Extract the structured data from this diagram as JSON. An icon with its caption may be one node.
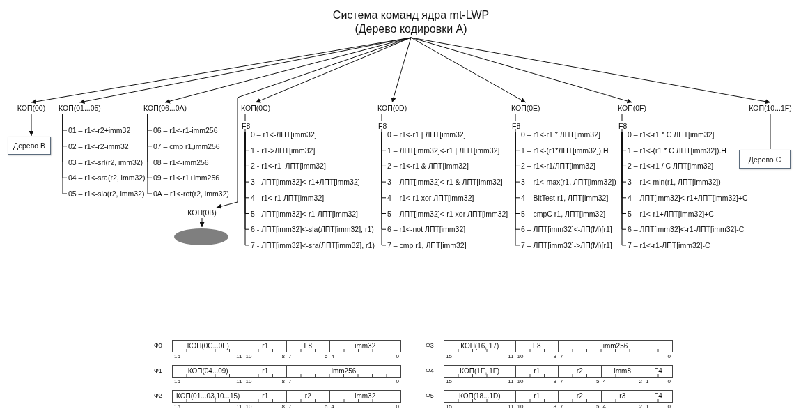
{
  "diagram": {
    "nodes": [
      {
        "text": [
          "Система команд ядра mt-LWP (Дерево кодировки A)"
        ]
      },
      {
        "text": [
          "КОП(00)"
        ]
      },
      {
        "text": [
          "КОП(01...05)"
        ]
      },
      {
        "text": [
          "КОП(06...0A)"
        ]
      },
      {
        "text": [
          "КОП(0C)"
        ]
      },
      {
        "text": [
          "КОП(0D)"
        ]
      },
      {
        "text": [
          "КОП(0E)"
        ]
      },
      {
        "text": [
          "КОП(0F)"
        ]
      },
      {
        "text": [
          "КОП(10...1F)"
        ]
      },
      {
        "text": [
          "Дерево B"
        ]
      },
      {
        "text": [
          "01 – r1<-r2+imm32"
        ]
      },
      {
        "text": [
          "02 – r1<-r2-imm32"
        ]
      },
      {
        "text": [
          "03 – r1<-srl(r2, imm32)"
        ]
      },
      {
        "text": [
          "04 – r1<-sra(r2, imm32)"
        ]
      },
      {
        "text": [
          "05 – r1<-sla(r2, imm32)"
        ]
      },
      {
        "text": [
          "06 – r1<-r1-imm256"
        ]
      },
      {
        "text": [
          "07 – cmp r1,imm256"
        ]
      },
      {
        "text": [
          "08 – r1<-imm256"
        ]
      },
      {
        "text": [
          "09 – r1<-r1+imm256"
        ]
      },
      {
        "text": [
          "0A – r1<-rot(r2, imm32)"
        ]
      },
      {
        "text": [
          "F8"
        ]
      },
      {
        "text": [
          "0 – r1<-ЛПТ[imm32]"
        ]
      },
      {
        "text": [
          "1 - r1->ЛПТ[imm32]"
        ]
      },
      {
        "text": [
          "2 - r1<-r1+ЛПТ[imm32]"
        ]
      },
      {
        "text": [
          "3 - ЛПТ[imm32]<-r1+ЛПТ[imm32]"
        ]
      },
      {
        "text": [
          "4 - r1<-r1-ЛПТ[imm32]"
        ]
      },
      {
        "text": [
          "5 - ЛПТ[imm32]<-r1-ЛПТ[imm32]"
        ]
      },
      {
        "text": [
          "6 - ЛПТ[imm32]<-sla(ЛПТ[imm32], r1)"
        ]
      },
      {
        "text": [
          "7 - ЛПТ[imm32]<-sra(ЛПТ[imm32], r1)"
        ]
      },
      {
        "text": [
          "F8"
        ]
      },
      {
        "text": [
          "0 – r1<-r1 | ЛПТ[imm32]"
        ]
      },
      {
        "text": [
          "1 – ЛПТ[imm32]<-r1 | ЛПТ[imm32]"
        ]
      },
      {
        "text": [
          "2 – r1<-r1 & ЛПТ[imm32]"
        ]
      },
      {
        "text": [
          "3 – ЛПТ[imm32]<-r1 & ЛПТ[imm32]"
        ]
      },
      {
        "text": [
          "4 – r1<-r1 xor ЛПТ[imm32]"
        ]
      },
      {
        "text": [
          "5 – ЛПТ[imm32]<-r1 xor ЛПТ[imm32]"
        ]
      },
      {
        "text": [
          "6 – r1<-not ЛПТ[imm32]"
        ]
      },
      {
        "text": [
          "7 – cmp r1, ЛПТ[imm32]"
        ]
      },
      {
        "text": [
          "F8"
        ]
      },
      {
        "text": [
          "0 – r1<-r1 * ЛПТ[imm32]"
        ]
      },
      {
        "text": [
          "1 – r1<-(r1*ЛПТ[imm32]).H"
        ]
      },
      {
        "text": [
          "2 – r1<-r1/ЛПТ[imm32]"
        ]
      },
      {
        "text": [
          "3 – r1<-max(r1, ЛПТ[imm32])"
        ]
      },
      {
        "text": [
          "4 – BitTest r1, ЛПТ[imm32]"
        ]
      },
      {
        "text": [
          "5 – cmpC r1, ЛПТ[imm32]"
        ]
      },
      {
        "text": [
          "6 – ЛПТ[imm32]<-ЛП(M)[r1]"
        ]
      },
      {
        "text": [
          "7 – ЛПТ[imm32]->ЛП(M)[r1]"
        ]
      },
      {
        "text": [
          "F8"
        ]
      },
      {
        "text": [
          "0 – r1<-r1 * C ЛПТ[imm32]"
        ]
      },
      {
        "text": [
          "1 – r1<-(r1 * C ЛПТ[imm32]).H"
        ]
      },
      {
        "text": [
          "2 – r1<-r1 / C ЛПТ[imm32]"
        ]
      },
      {
        "text": [
          "3 – r1<-min(r1, ЛПТ[imm32])"
        ]
      },
      {
        "text": [
          "4 – ЛПТ[imm32]<-r1+ЛПТ[imm32]+C"
        ]
      },
      {
        "text": [
          "5 – r1<-r1+ЛПТ[imm32]+C"
        ]
      },
      {
        "text": [
          "6 – ЛПТ[imm32]<-r1-ЛПТ[imm32]-C"
        ]
      },
      {
        "text": [
          "7 – r1<-r1-ЛПТ[imm32]-C"
        ]
      },
      {
        "text": [
          "Дерево C"
        ]
      },
      {
        "text": [
          "КОП(0B)"
        ]
      },
      {
        "text": [],
        "shape": "ellipse"
      },
      {
        "text": [
          "КОП(0C...0F)"
        ],
        "beside": [
          "15",
          "11"
        ]
      },
      {
        "text": [
          "r1"
        ],
        "beside": [
          "10",
          "8"
        ]
      },
      {
        "text": [
          "F8"
        ],
        "beside": [
          "7",
          "5"
        ]
      },
      {
        "text": [
          "imm32"
        ],
        "beside": [
          "4",
          "0"
        ]
      },
      {
        "text": [
          "КОП(16, 17)"
        ],
        "beside": [
          "15",
          "11"
        ]
      },
      {
        "text": [
          "F8"
        ],
        "beside": [
          "10",
          "8"
        ]
      },
      {
        "text": [
          "imm256"
        ],
        "beside": [
          "7",
          "0"
        ]
      },
      {
        "text": [
          "КОП(04...09)"
        ],
        "beside": [
          "15",
          "11"
        ]
      },
      {
        "text": [
          "r1"
        ],
        "beside": [
          "10",
          "8"
        ]
      },
      {
        "text": [
          "imm256"
        ],
        "beside": [
          "7",
          "0"
        ]
      },
      {
        "text": [
          "КОП(1E, 1F)"
        ],
        "beside": [
          "15",
          "11"
        ]
      },
      {
        "text": [
          "r1"
        ],
        "beside": [
          "10",
          "8"
        ]
      },
      {
        "text": [
          "r2"
        ],
        "beside": [
          "7",
          "5"
        ]
      },
      {
        "text": [
          "imm8"
        ],
        "beside": [
          "4",
          "2"
        ]
      },
      {
        "text": [
          "F4"
        ],
        "beside": [
          "1",
          "0"
        ]
      },
      {
        "text": [
          "КОП(01...03,10...15)"
        ],
        "beside": [
          "15",
          "11"
        ]
      },
      {
        "text": [
          "r1"
        ],
        "beside": [
          "10",
          "8"
        ]
      },
      {
        "text": [
          "r2"
        ],
        "beside": [
          "7",
          "5"
        ]
      },
      {
        "text": [
          "imm32"
        ],
        "beside": [
          "4",
          "0"
        ]
      },
      {
        "text": [
          "КОП(18...1D)"
        ],
        "beside": [
          "15",
          "11"
        ]
      },
      {
        "text": [
          "r1"
        ],
        "beside": [
          "10",
          "8"
        ]
      },
      {
        "text": [
          "r2"
        ],
        "beside": [
          "7",
          "5"
        ]
      },
      {
        "text": [
          "r3"
        ],
        "beside": [
          "4",
          "2"
        ]
      },
      {
        "text": [
          "F4"
        ],
        "beside": [
          "1",
          "0"
        ]
      }
    ],
    "edges": [
      {
        "from": 0,
        "to": 1,
        "arrow": "to"
      },
      {
        "from": 0,
        "to": 2,
        "arrow": "to"
      },
      {
        "from": 0,
        "to": 3,
        "arrow": "to"
      },
      {
        "from": 0,
        "to": 4,
        "arrow": "to"
      },
      {
        "from": 0,
        "to": 5,
        "arrow": "to"
      },
      {
        "from": 0,
        "to": 6,
        "arrow": "to"
      },
      {
        "from": 0,
        "to": 7,
        "arrow": "to"
      },
      {
        "from": 0,
        "to": 8,
        "arrow": "to"
      },
      {
        "from": 0,
        "to": 57,
        "arrow": "to"
      },
      {
        "from": 1,
        "to": 9,
        "arrow": "to"
      },
      {
        "from": 2,
        "to": 10,
        "arrow": "none"
      },
      {
        "from": 2,
        "to": 11,
        "arrow": "none"
      },
      {
        "from": 2,
        "to": 12,
        "arrow": "none"
      },
      {
        "from": 2,
        "to": 13,
        "arrow": "none"
      },
      {
        "from": 2,
        "to": 14,
        "arrow": "none"
      },
      {
        "from": 3,
        "to": 15,
        "arrow": "none"
      },
      {
        "from": 3,
        "to": 16,
        "arrow": "none"
      },
      {
        "from": 3,
        "to": 17,
        "arrow": "none"
      },
      {
        "from": 3,
        "to": 18,
        "arrow": "none"
      },
      {
        "from": 3,
        "to": 19,
        "arrow": "none"
      },
      {
        "from": 4,
        "to": 20,
        "arrow": "none"
      },
      {
        "from": 20,
        "to": 21,
        "arrow": "none"
      },
      {
        "from": 20,
        "to": 22,
        "arrow": "none"
      },
      {
        "from": 20,
        "to": 23,
        "arrow": "none"
      },
      {
        "from": 20,
        "to": 24,
        "arrow": "none"
      },
      {
        "from": 20,
        "to": 25,
        "arrow": "none"
      },
      {
        "from": 20,
        "to": 26,
        "arrow": "none"
      },
      {
        "from": 20,
        "to": 27,
        "arrow": "none"
      },
      {
        "from": 20,
        "to": 28,
        "arrow": "none"
      },
      {
        "from": 5,
        "to": 29,
        "arrow": "none"
      },
      {
        "from": 29,
        "to": 30,
        "arrow": "none"
      },
      {
        "from": 29,
        "to": 31,
        "arrow": "none"
      },
      {
        "from": 29,
        "to": 32,
        "arrow": "none"
      },
      {
        "from": 29,
        "to": 33,
        "arrow": "none"
      },
      {
        "from": 29,
        "to": 34,
        "arrow": "none"
      },
      {
        "from": 29,
        "to": 35,
        "arrow": "none"
      },
      {
        "from": 29,
        "to": 36,
        "arrow": "none"
      },
      {
        "from": 29,
        "to": 37,
        "arrow": "none"
      },
      {
        "from": 6,
        "to": 38,
        "arrow": "none"
      },
      {
        "from": 38,
        "to": 39,
        "arrow": "none"
      },
      {
        "from": 38,
        "to": 40,
        "arrow": "none"
      },
      {
        "from": 38,
        "to": 41,
        "arrow": "none"
      },
      {
        "from": 38,
        "to": 42,
        "arrow": "none"
      },
      {
        "from": 38,
        "to": 43,
        "arrow": "none"
      },
      {
        "from": 38,
        "to": 44,
        "arrow": "none"
      },
      {
        "from": 38,
        "to": 45,
        "arrow": "none"
      },
      {
        "from": 38,
        "to": 46,
        "arrow": "none"
      },
      {
        "from": 7,
        "to": 47,
        "arrow": "none"
      },
      {
        "from": 47,
        "to": 48,
        "arrow": "none"
      },
      {
        "from": 47,
        "to": 49,
        "arrow": "none"
      },
      {
        "from": 47,
        "to": 50,
        "arrow": "none"
      },
      {
        "from": 47,
        "to": 51,
        "arrow": "none"
      },
      {
        "from": 47,
        "to": 52,
        "arrow": "none"
      },
      {
        "from": 47,
        "to": 53,
        "arrow": "none"
      },
      {
        "from": 47,
        "to": 54,
        "arrow": "none"
      },
      {
        "from": 47,
        "to": 55,
        "arrow": "none"
      },
      {
        "from": 8,
        "to": 56,
        "arrow": "none"
      },
      {
        "from": 57,
        "to": 58,
        "arrow": "to"
      }
    ],
    "labels": [
      "Ф0",
      "Ф3",
      "Ф1",
      "Ф4",
      "Ф2",
      "Ф5"
    ]
  }
}
